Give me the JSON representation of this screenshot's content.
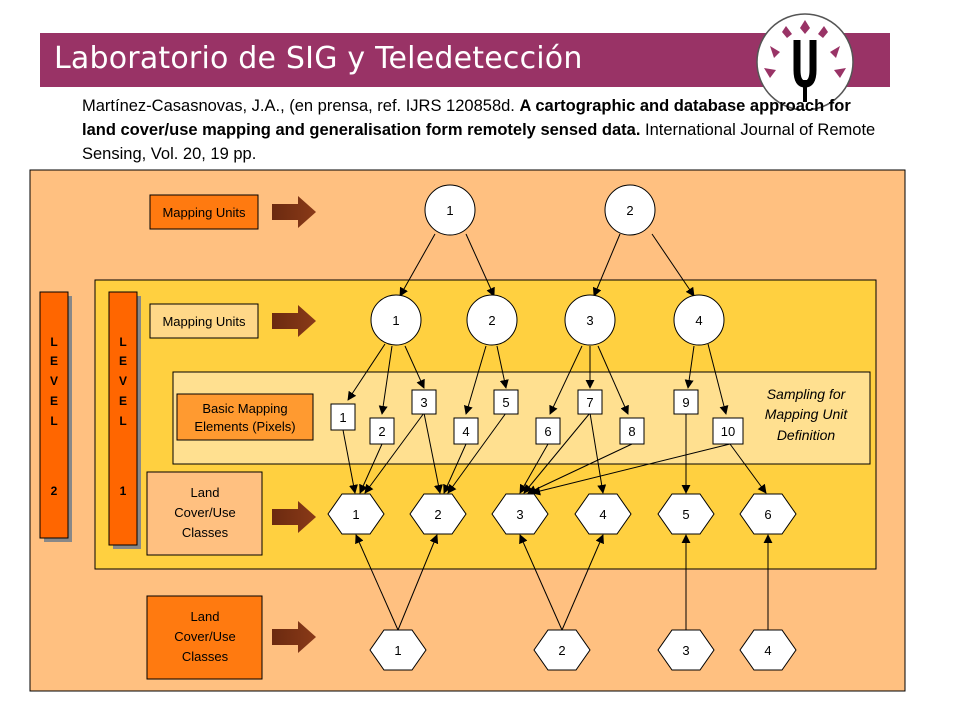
{
  "header": {
    "title": "Laboratorio  de SIG y Teledetección",
    "logo_icon": "university-lleida-logo-icon",
    "accent_color": "#993366"
  },
  "citation": {
    "authors": "Martínez-Casasnovas, J.A., (en prensa, ref. IJRS 120858d. ",
    "title": "A cartographic and database approach for land cover/use mapping and generalisation form remotely sensed data.",
    "journal": " International Journal of Remote Sensing, Vol. 20, 19 pp."
  },
  "diagram": {
    "level2_letters": [
      "L",
      "E",
      "V",
      "E",
      "L",
      "",
      "2"
    ],
    "level1_letters": [
      "L",
      "E",
      "V",
      "E",
      "L",
      "",
      "1"
    ],
    "boxes": {
      "mapping_units_top": "Mapping Units",
      "mapping_units_mid": "Mapping Units",
      "basic_elements": [
        "Basic Mapping",
        "Elements (Pixels)"
      ],
      "land_classes_mid": [
        "Land",
        "Cover/Use",
        "Classes"
      ],
      "land_classes_bottom": [
        "Land",
        "Cover/Use",
        "Classes"
      ],
      "sampling_note": [
        "Sampling for",
        "Mapping Unit",
        "Definition"
      ]
    },
    "top_units": [
      "1",
      "2"
    ],
    "mid_units": [
      "1",
      "2",
      "3",
      "4"
    ],
    "pixels": [
      "1",
      "2",
      "3",
      "4",
      "5",
      "6",
      "7",
      "8",
      "9",
      "10"
    ],
    "classes_level1": [
      "1",
      "2",
      "3",
      "4",
      "5",
      "6"
    ],
    "classes_level2": [
      "1",
      "2",
      "3",
      "4"
    ]
  }
}
